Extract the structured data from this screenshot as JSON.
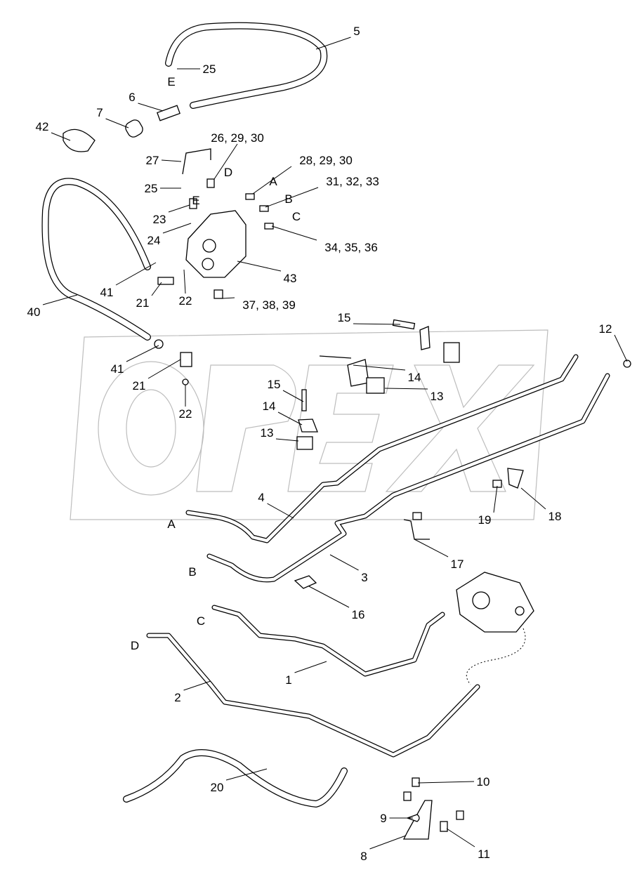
{
  "watermark": "OPEX",
  "callouts": [
    "5",
    "25",
    "E",
    "6",
    "7",
    "42",
    "26, 29, 30",
    "27",
    "D",
    "28, 29, 30",
    "A",
    "31, 32, 33",
    "B",
    "C",
    "25",
    "E",
    "23",
    "24",
    "34, 35, 36",
    "43",
    "41",
    "21",
    "22",
    "40",
    "37, 38, 39",
    "15",
    "12",
    "41",
    "21",
    "22",
    "15",
    "14",
    "13",
    "14",
    "13",
    "4",
    "A",
    "19",
    "18",
    "B",
    "3",
    "17",
    "16",
    "C",
    "D",
    "1",
    "2",
    "20",
    "10",
    "9",
    "8",
    "11"
  ]
}
